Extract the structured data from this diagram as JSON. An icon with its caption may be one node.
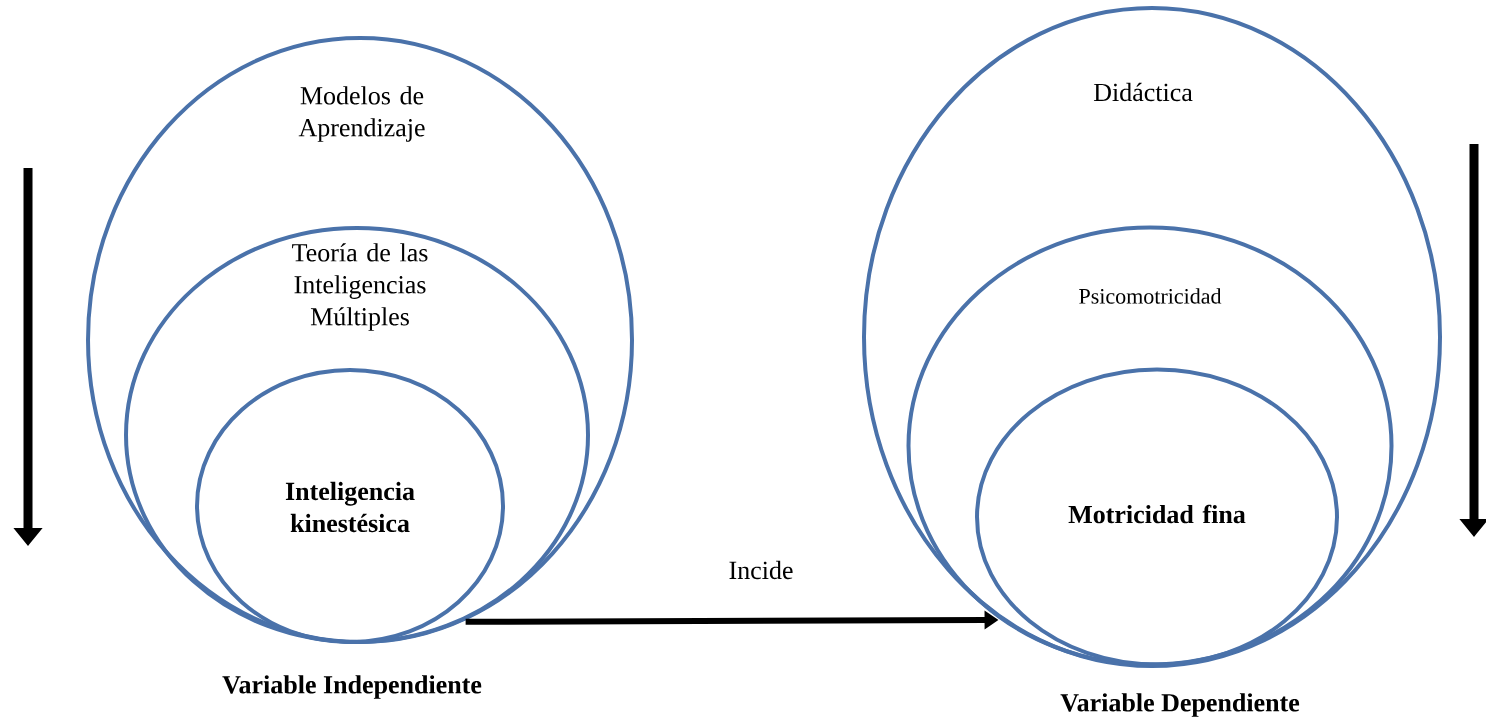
{
  "diagram": {
    "nodes": [
      {
        "text": [
          "Modelos de Aprendizaje"
        ]
      },
      {
        "text": [
          "Teoría de las Inteligencias Múltiples"
        ],
        "in": 0
      },
      {
        "text": [
          "Inteligencia kinestésica"
        ],
        "in": 1
      },
      {
        "text": [
          "Didáctica"
        ]
      },
      {
        "text": [
          "Psicomotricidad"
        ],
        "in": 3
      },
      {
        "text": [
          "Motricidad fina"
        ],
        "in": 4
      }
    ],
    "edges": [
      {
        "from": 0,
        "to": 3,
        "arrow": "to",
        "label": "Incide"
      }
    ],
    "labels": [
      "Variable Independiente",
      "Variable Dependiente"
    ]
  }
}
